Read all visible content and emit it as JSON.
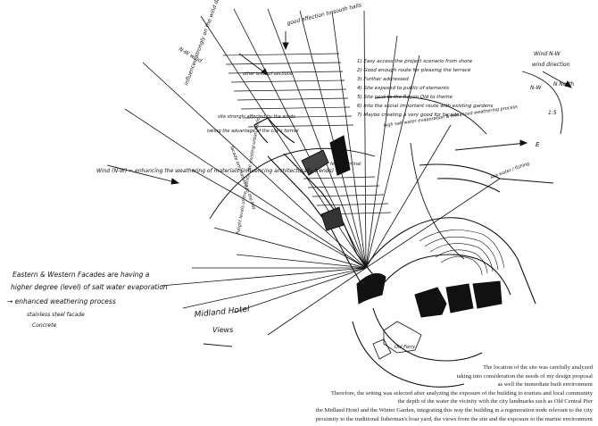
{
  "annotations": {
    "top_center": "good affection to south hails",
    "nw_wind_top_left": "N-W wind",
    "left_a": "influenced strongly on the wind during summer",
    "left_b": "site strongly affected by the winds",
    "left_c": "taking the advantage of the city's formal",
    "left_d": "facade emphasized to the bay",
    "wind_center_left": "Wind (N-W) = enhancing the weathering of materials (influencing architecturally trends)",
    "bottom_left_1": "Eastern & Western Facades are having a",
    "bottom_left_2": "higher degree (level) of salt water evaporation",
    "bottom_left_3": "→ enhanced weathering process",
    "bottom_left_4": "stainless steel facade",
    "bottom_left_5": "Concrete",
    "center_label": "other level of sections",
    "mid_notes": "height levels of the vicinity, the existing urban fabric",
    "hotel_label": "Midland Hotel",
    "views_label": "Views",
    "ferry_label": "ferry terminal",
    "sw_label": "sea water / fishing",
    "old_ferry": "Old Ferry",
    "east_e": "E",
    "list_1": "1) Easy access the project scenario from shore",
    "list_2": "2) Good enough route for pleasing the terrace",
    "list_3": "3) Further addressed",
    "list_4": "4) Site exposed to public of elements",
    "list_5": "5) Site next to the Rayon Old to theme",
    "list_6": "6) Into the social important route with existing gardens",
    "list_7": "7) Maybe creating a very good for facade",
    "list_8": "high salt water evaporation & enhanced weathering process",
    "wind_right_1": "Wind N-W",
    "wind_right_2": "wind direction",
    "wind_right_3": "N-W",
    "north_label": "N North",
    "scale_label": "1:5"
  },
  "description_lines": [
    "The location of the site was carefully analyzed",
    "taking into consideration the needs of my design proposal",
    "as well the immediate built environment",
    "Therefore, the setting was selected after analyzing the exposure of the building to tourists and local community",
    "the depth of the water the vicinity with the city landmarks such as Old Central Pier",
    "the Midland Hotel and the Winter Garden, integrating this way the building in a regeneration node relevant to the city",
    "proximity to the traditional fisherman's boat yard, the views from the site and the exposure to the marine environment"
  ]
}
